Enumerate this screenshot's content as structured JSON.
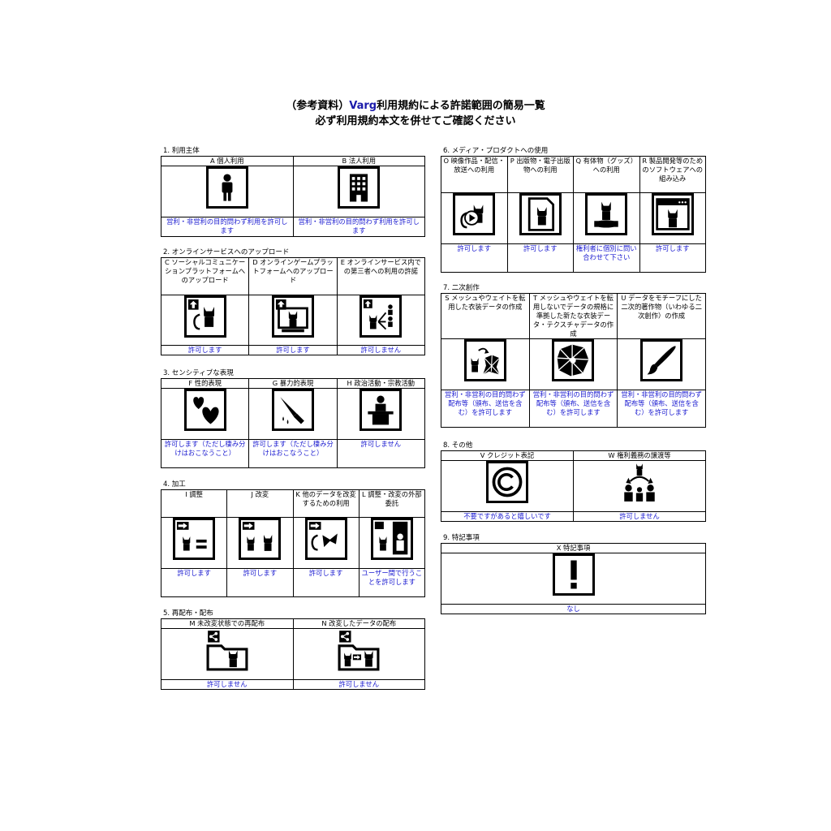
{
  "title": {
    "line1_prefix": "（参考資料）",
    "line1_brand": "Varg",
    "line1_suffix": "利用規約による許諾範囲の簡易一覧",
    "line2": "必ず利用規約本文を併せてご確認ください"
  },
  "sections": {
    "s1": {
      "title": "1. 利用主体",
      "items": [
        {
          "head": "A 個人利用",
          "icon": "person-icon",
          "status": "営利・非営利の目的問わず利用を許可します"
        },
        {
          "head": "B 法人利用",
          "icon": "building-icon",
          "status": "営利・非営利の目的問わず利用を許可します"
        }
      ]
    },
    "s2": {
      "title": "2. オンラインサービスへのアップロード",
      "items": [
        {
          "head": "C ソーシャルコミュニケーションプラットフォームへのアップロード",
          "icon": "upload-social-icon",
          "status": "許可します"
        },
        {
          "head": "D オンラインゲームプラットフォームへのアップロード",
          "icon": "upload-game-icon",
          "status": "許可します"
        },
        {
          "head": "E オンラインサービス内での第三者への利用の許諾",
          "icon": "share-third-party-icon",
          "status": "許可しません"
        }
      ]
    },
    "s3": {
      "title": "3. センシティブな表現",
      "items": [
        {
          "head": "F 性的表現",
          "icon": "hearts-icon",
          "status": "許可します（ただし棲み分けはおこなうこと）"
        },
        {
          "head": "G 暴力的表現",
          "icon": "knife-icon",
          "status": "許可します（ただし棲み分けはおこなうこと）"
        },
        {
          "head": "H 政治活動・宗教活動",
          "icon": "podium-icon",
          "status": "許可しません"
        }
      ]
    },
    "s4": {
      "title": "4. 加工",
      "items": [
        {
          "head": "I 調整",
          "icon": "adjust-icon",
          "status": "許可します"
        },
        {
          "head": "J 改変",
          "icon": "modify-icon",
          "status": "許可します"
        },
        {
          "head": "K 他のデータを改変するための利用",
          "icon": "other-data-icon",
          "status": "許可します"
        },
        {
          "head": "L 調整・改変の外部委託",
          "icon": "outsource-icon",
          "status": "ユーザー間で行うことを許可します"
        }
      ]
    },
    "s5": {
      "title": "5. 再配布・配布",
      "items": [
        {
          "head": "M 未改変状態での再配布",
          "icon": "redistribute-icon",
          "status": "許可しません"
        },
        {
          "head": "N 改変したデータの配布",
          "icon": "distribute-modified-icon",
          "status": "許可しません"
        }
      ]
    },
    "s6": {
      "title": "6. メディア・プロダクトへの使用",
      "items": [
        {
          "head": "O 映像作品・配信・放送への利用",
          "icon": "video-icon",
          "status": "許可します"
        },
        {
          "head": "P 出版物・電子出版物への利用",
          "icon": "publication-icon",
          "status": "許可します"
        },
        {
          "head": "Q 有体物（グッズ）への利用",
          "icon": "goods-icon",
          "status": "権利者に個別に問い合わせて下さい"
        },
        {
          "head": "R 製品開発等のためのソフトウェアへの組み込み",
          "icon": "software-icon",
          "status": "許可します"
        }
      ]
    },
    "s7": {
      "title": "7. 二次創作",
      "items": [
        {
          "head": "S メッシュやウェイトを転用した衣装データの作成",
          "icon": "mesh-transfer-icon",
          "status": "営利・非営利の目的問わず配布等（頒布、送信を含む）を許可します"
        },
        {
          "head": "T メッシュやウェイトを転用しないでデータの規格に準拠した新たな衣装データ・テクスチャデータの作成",
          "icon": "new-costume-icon",
          "status": "営利・非営利の目的問わず配布等（頒布、送信を含む）を許可します"
        },
        {
          "head": "U データをモチーフにした二次的著作物（いわゆる二次創作）の作成",
          "icon": "brush-icon",
          "status": "営利・非営利の目的問わず配布等（頒布、送信を含む）を許可します"
        }
      ]
    },
    "s8": {
      "title": "8. その他",
      "items": [
        {
          "head": "V クレジット表記",
          "icon": "copyright-icon",
          "status": "不要ですがあると嬉しいです"
        },
        {
          "head": "W 権利義務の譲渡等",
          "icon": "transfer-rights-icon",
          "status": "許可しません"
        }
      ]
    },
    "s9": {
      "title": "9. 特記事項",
      "items": [
        {
          "head": "X 特記事項",
          "icon": "exclamation-icon",
          "status": "なし"
        }
      ]
    }
  }
}
